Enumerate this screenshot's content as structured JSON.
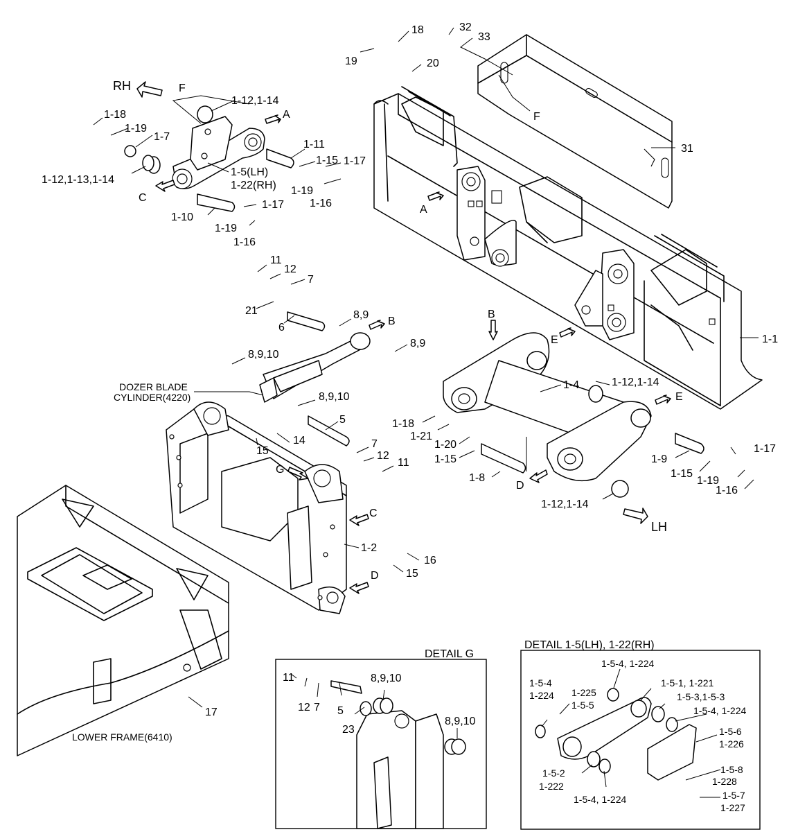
{
  "directions": {
    "rh": "RH",
    "lh": "LH"
  },
  "view_markers": {
    "a": "A",
    "b": "B",
    "c": "C",
    "d": "D",
    "e": "E",
    "f": "F",
    "g": "G"
  },
  "component_labels": {
    "dozer_cylinder_line1": "DOZER BLADE",
    "dozer_cylinder_line2": "CYLINDER(4220)",
    "lower_frame": "LOWER FRAME(6410)"
  },
  "detail_titles": {
    "detail_g": "DETAIL G",
    "detail_link": "DETAIL 1-5(LH), 1-22(RH)"
  },
  "callouts": {
    "c32": "32",
    "c33": "33",
    "c18": "18",
    "c19": "19",
    "c20": "20",
    "c31": "31",
    "c1_1": "1-1",
    "c1_12_14a": "1-12,1-14",
    "c1_18a": "1-18",
    "c1_19a": "1-19",
    "c1_7": "1-7",
    "c1_11": "1-11",
    "c1_15a": "1-15",
    "c1_17a": "1-17",
    "c1_19b": "1-19",
    "c1_16a": "1-16",
    "c1_12_13_14": "1-12,1-13,1-14",
    "c1_5lh": "1-5(LH)",
    "c1_22rh": "1-22(RH)",
    "c1_10": "1-10",
    "c1_17b": "1-17",
    "c1_19c": "1-19",
    "c1_16b": "1-16",
    "c11a": "11",
    "c12a": "12",
    "c7a": "7",
    "c21": "21",
    "c6": "6",
    "c8_9a": "8,9",
    "c8_9b": "8,9",
    "c8_9_10a": "8,9,10",
    "c8_9_10b": "8,9,10",
    "c5a": "5",
    "c14": "14",
    "c15a": "15",
    "c7b": "7",
    "c12b": "12",
    "c11b": "11",
    "c1_2": "1-2",
    "c16": "16",
    "c15b": "15",
    "c17": "17",
    "c1_4": "1-4",
    "c1_12_14b": "1-12,1-14",
    "c1_18b": "1-18",
    "c1_21": "1-21",
    "c1_20": "1-20",
    "c1_15b": "1-15",
    "c1_8": "1-8",
    "c1_9": "1-9",
    "c1_15c": "1-15",
    "c1_17c": "1-17",
    "c1_19d": "1-19",
    "c1_16c": "1-16",
    "c1_12_14c": "1-12,1-14",
    "g11": "11",
    "g12": "12",
    "g7": "7",
    "g5": "5",
    "g23": "23",
    "g8_9_10a": "8,9,10",
    "g8_9_10b": "8,9,10",
    "d1_5_4_224a": "1-5-4, 1-224",
    "d1_5_4": "1-5-4",
    "d1_224": "1-224",
    "d1_225": "1-225",
    "d1_5_5": "1-5-5",
    "d1_5_1_221": "1-5-1, 1-221",
    "d1_5_3": "1-5-3,1-5-3",
    "d1_5_4_224b": "1-5-4, 1-224",
    "d1_5_6": "1-5-6",
    "d1_226": "1-226",
    "d1_5_2": "1-5-2",
    "d1_222": "1-222",
    "d1_5_8": "1-5-8",
    "d1_228": "1-228",
    "d1_5_7": "1-5-7",
    "d1_227": "1-227",
    "d1_5_4_224c": "1-5-4, 1-224"
  }
}
